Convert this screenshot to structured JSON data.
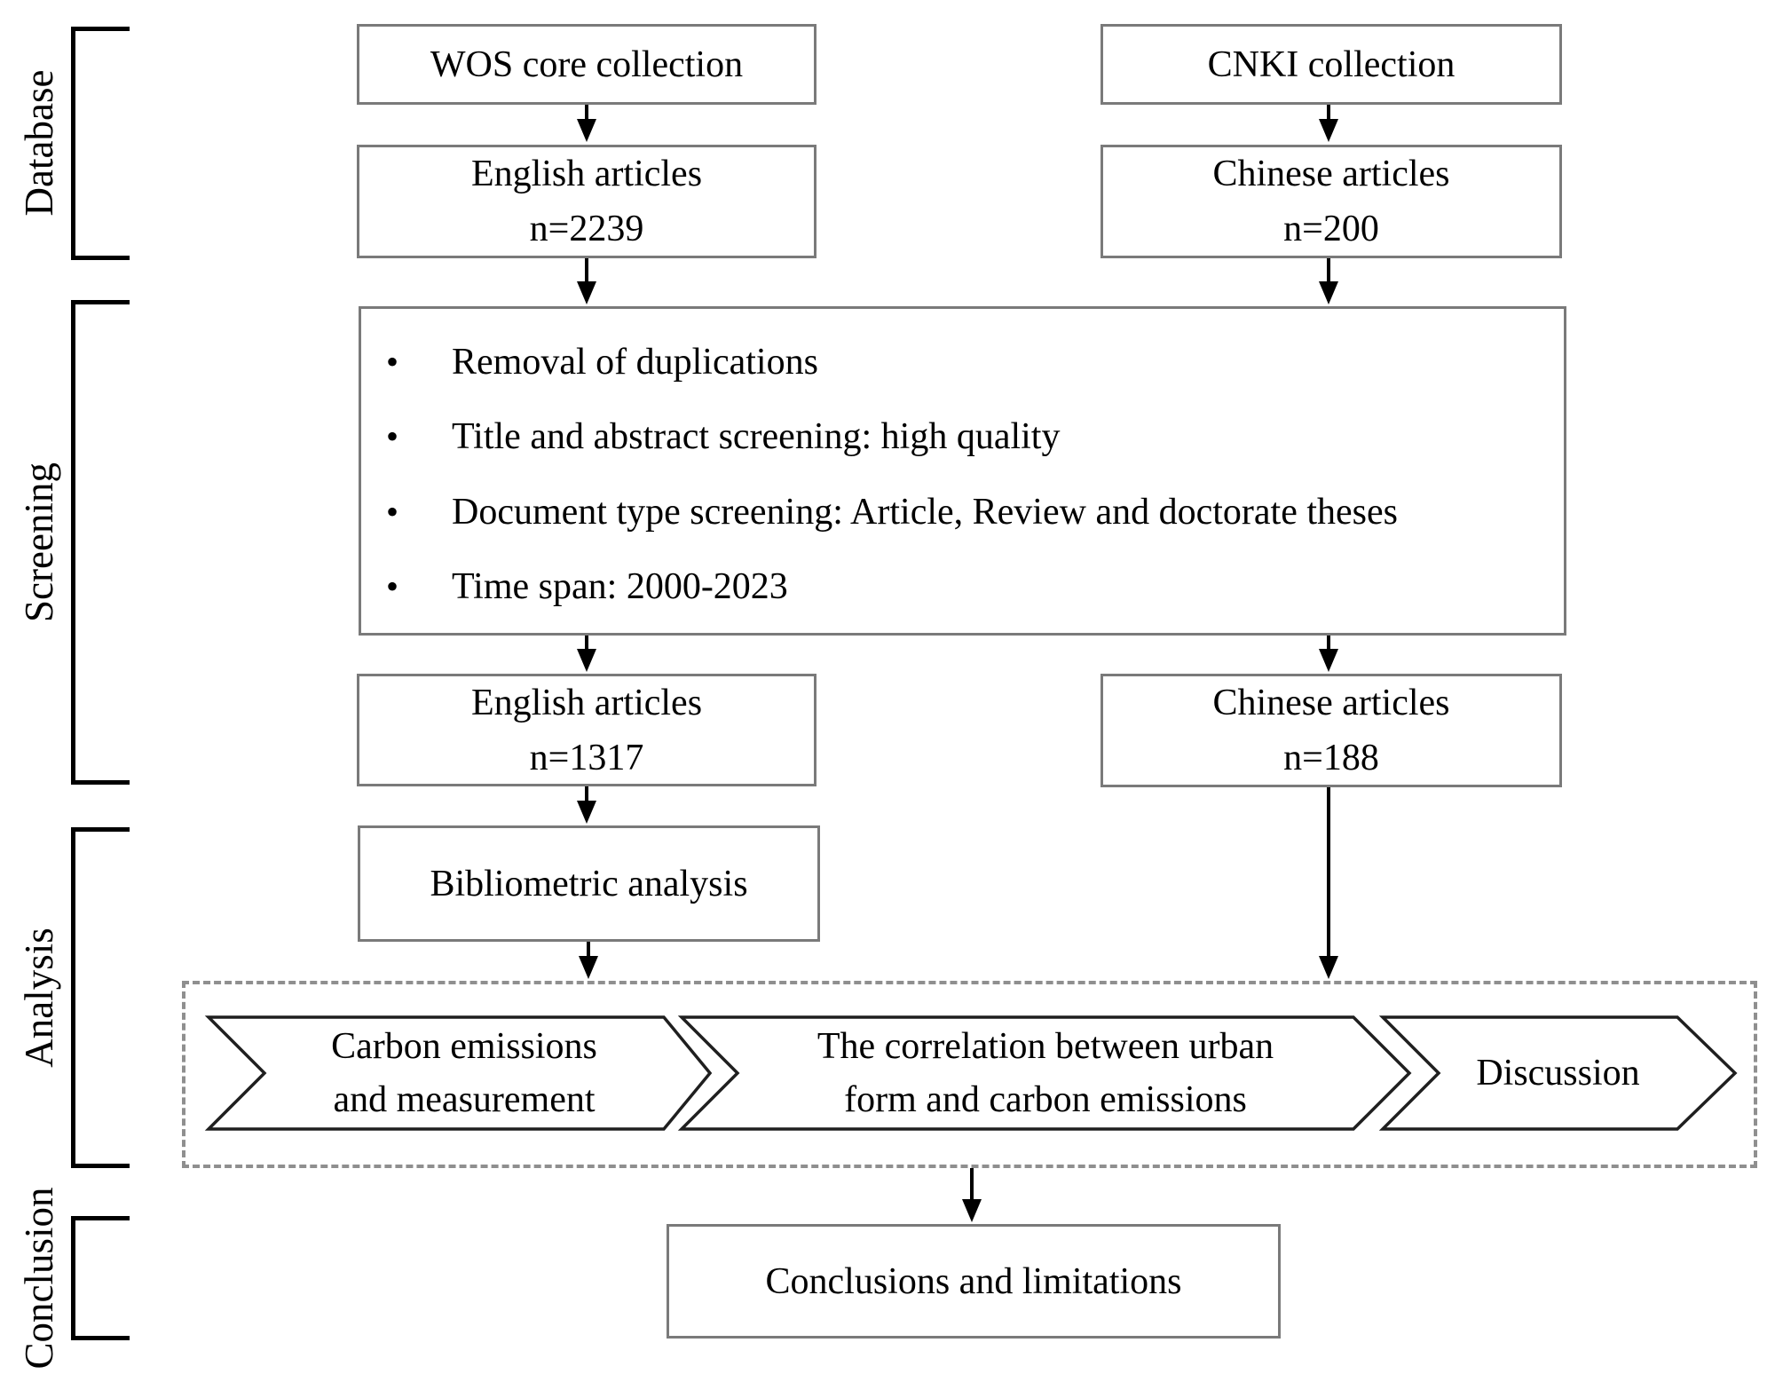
{
  "figure": {
    "stages": [
      {
        "label": "Database"
      },
      {
        "label": "Screening"
      },
      {
        "label": "Analysis"
      },
      {
        "label": "Conclusion"
      }
    ],
    "boxes": {
      "wos": {
        "title": "WOS core collection"
      },
      "cnki": {
        "title": "CNKI collection"
      },
      "english_initial": {
        "title": "English articles",
        "count": "n=2239"
      },
      "chinese_initial": {
        "title": "Chinese articles",
        "count": "n=200"
      },
      "screening_criteria": {
        "bullet": "•",
        "items": [
          "Removal of duplications",
          "Title and abstract screening: high quality",
          "Document type screening: Article, Review and doctorate theses",
          "Time span: 2000-2023"
        ]
      },
      "english_screened": {
        "title": "English articles",
        "count": "n=1317"
      },
      "chinese_screened": {
        "title": "Chinese articles",
        "count": "n=188"
      },
      "bibliometric": {
        "title": "Bibliometric analysis"
      },
      "conclusions": {
        "title": "Conclusions and limitations"
      }
    },
    "analysis_steps": [
      {
        "line1": "Carbon emissions",
        "line2": "and measurement"
      },
      {
        "line1": "The correlation between urban",
        "line2": "form and carbon emissions"
      },
      {
        "line1": "Discussion",
        "line2": ""
      }
    ],
    "colors": {
      "box_border": "#7a7a7a",
      "dashed_border": "#8f8f8f",
      "line": "#000000",
      "text": "#000000"
    }
  }
}
